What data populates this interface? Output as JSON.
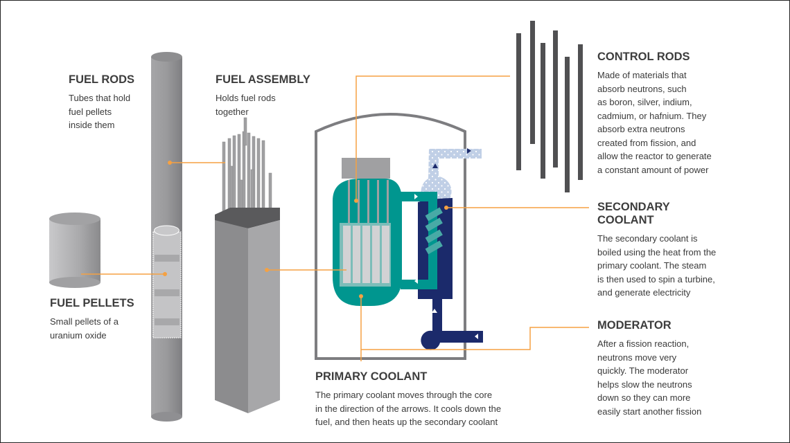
{
  "colors": {
    "leader": "#f5a142",
    "primary_coolant": "#00968f",
    "secondary_coolant": "#1b2a6b",
    "steam": "#c0cfe6",
    "rod_gray": "#9b9b9d",
    "vessel": "#7d7d80"
  },
  "labels": {
    "fuel_rods": {
      "title": "FUEL RODS",
      "lines": [
        "Tubes that hold",
        "fuel pellets",
        "inside them"
      ]
    },
    "fuel_assembly": {
      "title": "FUEL ASSEMBLY",
      "lines": [
        "Holds fuel rods",
        "together"
      ]
    },
    "fuel_pellets": {
      "title": "FUEL PELLETS",
      "lines": [
        "Small pellets of a",
        "uranium oxide"
      ]
    },
    "control_rods": {
      "title": "CONTROL RODS",
      "lines": [
        "Made of materials that",
        "absorb neutrons, such",
        "as boron, silver, indium,",
        "cadmium, or hafnium. They",
        "absorb extra neutrons",
        "created from fission, and",
        "allow the reactor to generate",
        "a constant amount of power"
      ]
    },
    "secondary_coolant": {
      "title_lines": [
        "SECONDARY",
        "COOLANT"
      ],
      "lines": [
        "The secondary coolant is",
        "boiled using the heat from the",
        "primary coolant. The steam",
        "is then used to spin a turbine,",
        "and generate electricity"
      ]
    },
    "moderator": {
      "title": "MODERATOR",
      "lines": [
        "After a fission reaction,",
        "neutrons move very",
        "quickly. The moderator",
        "helps slow the neutrons",
        "down so they can more",
        "easily start another fission"
      ]
    },
    "primary_coolant": {
      "title": "PRIMARY COOLANT",
      "lines": [
        "The primary coolant moves through the core",
        "in the direction of the arrows. It cools down the",
        "fuel, and then heats up the secondary coolant"
      ]
    }
  }
}
